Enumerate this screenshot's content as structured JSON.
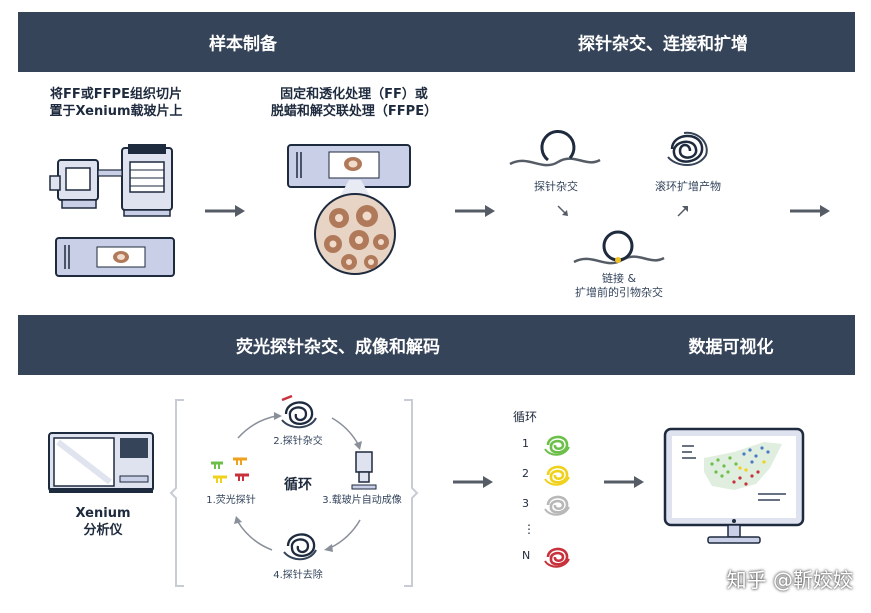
{
  "top_bands": {
    "left": "样本制备",
    "right": "探针杂交、连接和扩增"
  },
  "bottom_bands": {
    "left": "荧光探针杂交、成像和解码",
    "right": "数据可视化"
  },
  "step1": {
    "line1": "将FF或FFPE组织切片",
    "line2": "置于Xenium载玻片上"
  },
  "step2": {
    "line1": "固定和透化处理（FF）或",
    "line2": "脱蜡和解交联处理（FFPE）"
  },
  "hybridization": {
    "probe_hyb": "探针杂交",
    "rca_product": "滚环扩增产物",
    "ligation_line1": "链接 &",
    "ligation_line2": "扩增前的引物杂交"
  },
  "instrument": {
    "line1": "Xenium",
    "line2": "分析仪"
  },
  "cycle": {
    "center": "循环",
    "s1": "1.荧光探针",
    "s2": "2.探针杂交",
    "s3": "3.载玻片自动成像",
    "s4": "4.探针去除"
  },
  "decode": {
    "title": "循环",
    "rows": [
      "1",
      "2",
      "3",
      "⋮",
      "N"
    ],
    "colors": [
      "#6cc04a",
      "#f0d21c",
      "#b8b8b8",
      "",
      "#c8323c"
    ]
  },
  "watermark": "知乎 @靳姣姣",
  "colors": {
    "band": "#364459",
    "slide": "#c9cfe6",
    "brown": "#b07a5a",
    "arrow": "#555c66"
  }
}
